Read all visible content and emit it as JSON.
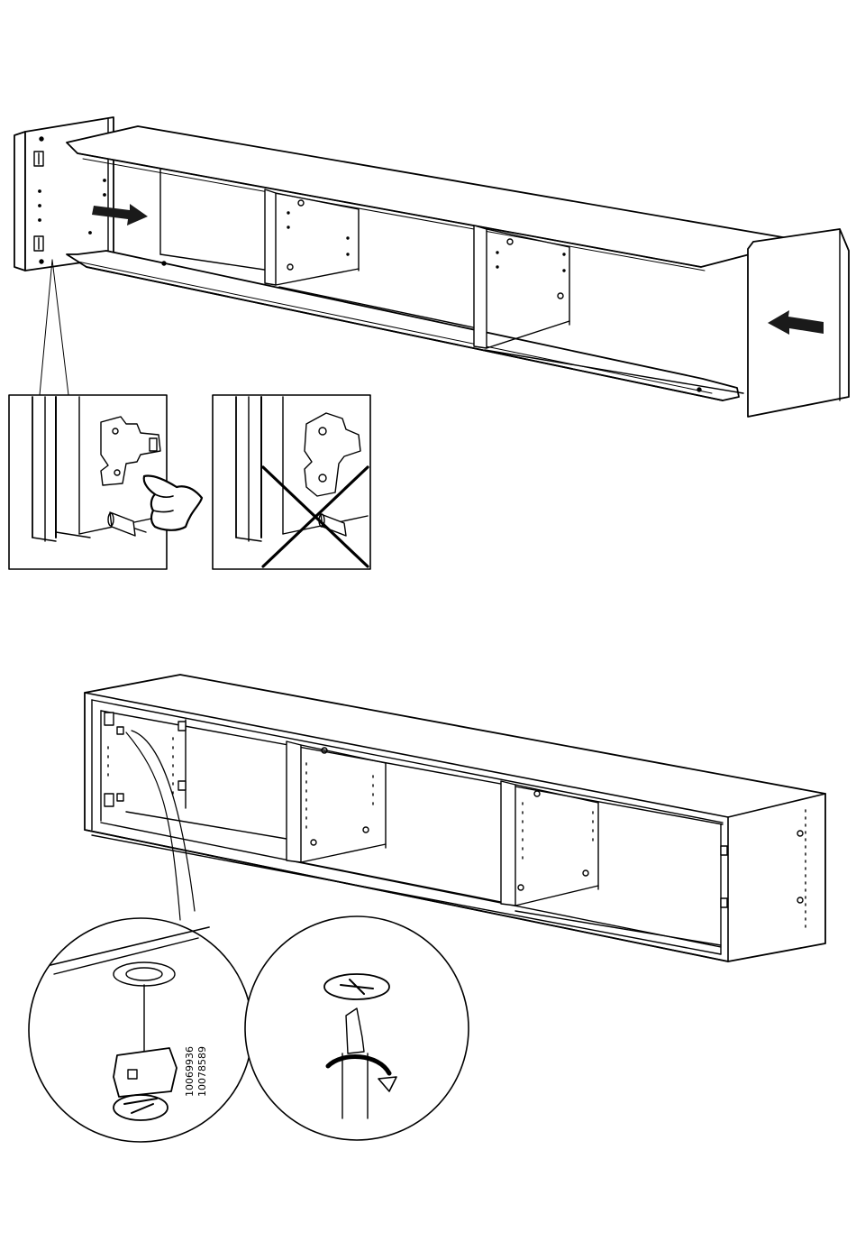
{
  "colors": {
    "ink": "#000000",
    "paper": "#ffffff",
    "shade": "#d9d9d9",
    "arrow": "#1a1a1a"
  },
  "panels": {
    "correct_detail": {
      "meaning": "correct"
    },
    "wrong_detail": {
      "meaning": "incorrect",
      "icon": "cross-mark"
    }
  },
  "part_numbers": {
    "first": "10069936",
    "second": "10078589"
  },
  "icons": [
    "push-arrow",
    "cross-mark",
    "finger-press",
    "turn-arrow",
    "screwdriver"
  ]
}
